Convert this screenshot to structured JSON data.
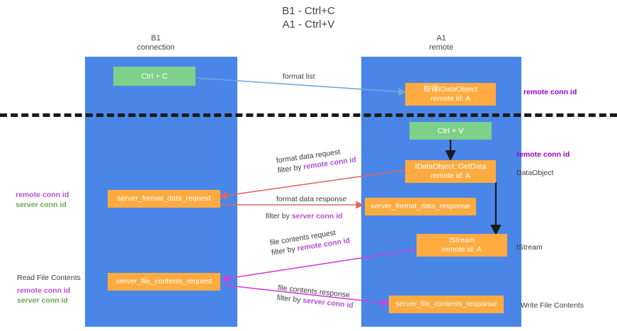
{
  "title": {
    "line1": "B1 - Ctrl+C",
    "line2": "A1 - Ctrl+V"
  },
  "columns": [
    {
      "id": "b1",
      "name": "B1",
      "role": "connection"
    },
    {
      "id": "a1",
      "name": "A1",
      "role": "remote"
    }
  ],
  "boxes": {
    "ctrl_c": "Ctrl + C",
    "ctrl_v": "Ctrl + V",
    "idataobject_title": "取得IDataObject",
    "idataobject_sub": "remote id: A",
    "getdata_title": "IDataObject::GetData",
    "getdata_sub": "remote id: A",
    "istream_title": "IStream",
    "istream_sub": "remote id: A",
    "server_format_data_request": "server_format_data_request",
    "server_format_data_response": "server_format_data_response",
    "server_file_contents_request": "server_file_contents_request",
    "server_file_contents_response": "server_file_contents_response"
  },
  "arrow_labels": {
    "format_list": "format list",
    "format_data_request": "format data request",
    "format_data_request_filter_prefix": "filter by ",
    "format_data_request_filter_key": "remote conn id",
    "format_data_response": "format data response",
    "format_data_response_filter_prefix": "filter by ",
    "format_data_response_filter_key": "server conn id",
    "file_contents_request": "file contents request",
    "file_contents_request_filter_prefix": "filter by ",
    "file_contents_request_filter_key": "remote conn id",
    "file_contents_response": "file contents response",
    "file_contents_response_filter_prefix": "filter by ",
    "file_contents_response_filter_key": "server conn id"
  },
  "annotations": {
    "right_remote_conn_id_top": "remote conn id",
    "right_remote_conn_id_mid": "remote conn id",
    "right_dataobject": "DataObject",
    "right_istream": "IStream",
    "right_write_file_contents": "Write File Contents",
    "left_remote_conn_id": "remote conn id",
    "left_server_conn_id": "server conn id",
    "left_read_file_contents": "Read File Contents",
    "left_remote_conn_id_2": "remote conn id",
    "left_server_conn_id_2": "server conn id"
  },
  "colors": {
    "lane": "#4a86e8",
    "green_box": "#7ed08a",
    "orange_box": "#ffab40",
    "purple_text": "#b24fd4",
    "green_text": "#6aa84f",
    "arrow_blue": "#6fa8dc",
    "arrow_red": "#e06666",
    "arrow_magenta": "#d53fd5",
    "arrow_black": "#1a1a1a",
    "divider": "#1a1a1a"
  }
}
